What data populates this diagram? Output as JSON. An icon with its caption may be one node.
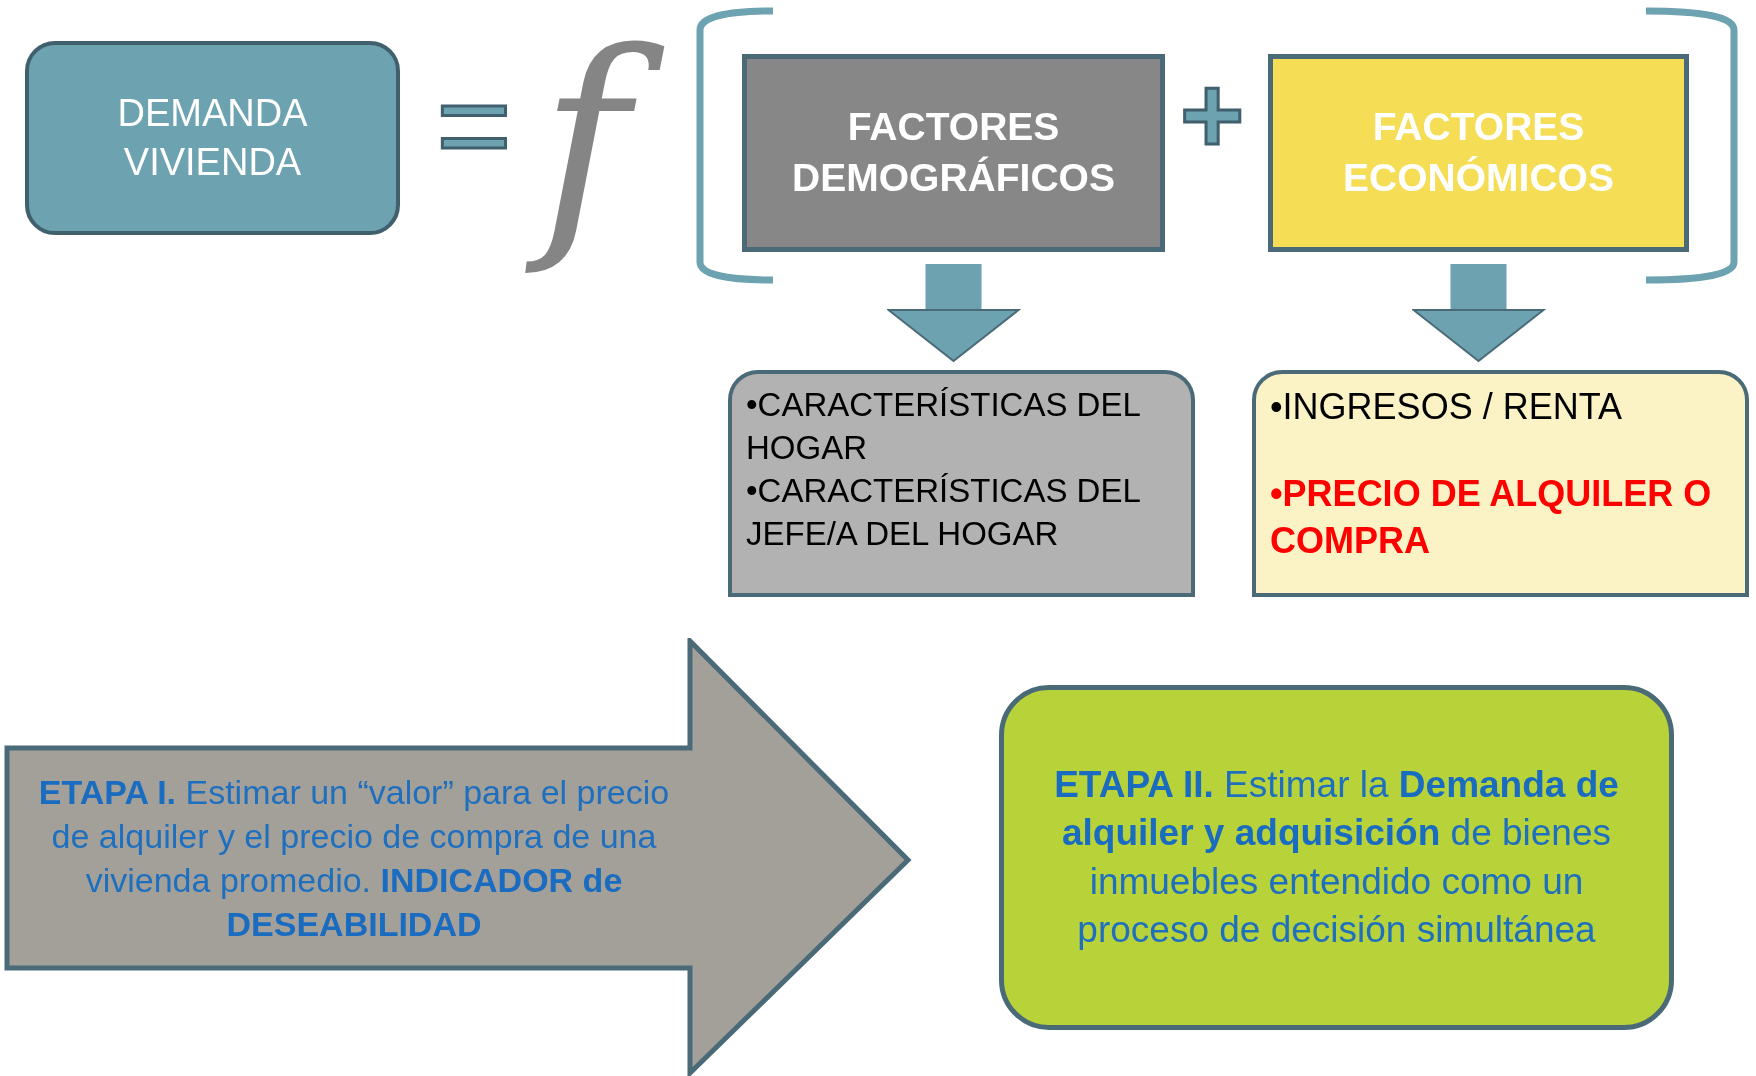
{
  "diagram": {
    "nodes": [
      {
        "text": [
          "DEMANDA VIVIENDA"
        ]
      },
      {
        "text": [
          "FACTORES DEMOGRÁFICOS"
        ]
      },
      {
        "text": [
          "FACTORES ECONÓMICOS"
        ]
      },
      {
        "text": [
          "•CARACTERÍSTICAS DEL HOGAR",
          "•CARACTERÍSTICAS DEL JEFE/A DEL HOGAR"
        ]
      },
      {
        "text": [
          "•INGRESOS / RENTA",
          "•PRECIO DE ALQUILER O COMPRA"
        ]
      },
      {
        "text": [
          "**ETAPA I.** Estimar un “valor” para el precio de alquiler y el precio de compra de una vivienda promedio. **INDICADOR de DESEABILIDAD**"
        ]
      },
      {
        "text": [
          "**ETAPA II.** Estimar la **Demanda de alquiler y adquisición** de bienes inmuebles entendido como un proceso de decisión simultánea"
        ]
      }
    ],
    "edges": [
      {
        "from": 1,
        "to": 3,
        "arrow": "to"
      },
      {
        "from": 2,
        "to": 4,
        "arrow": "to"
      }
    ],
    "labels": [
      "=",
      "f",
      "+"
    ]
  }
}
